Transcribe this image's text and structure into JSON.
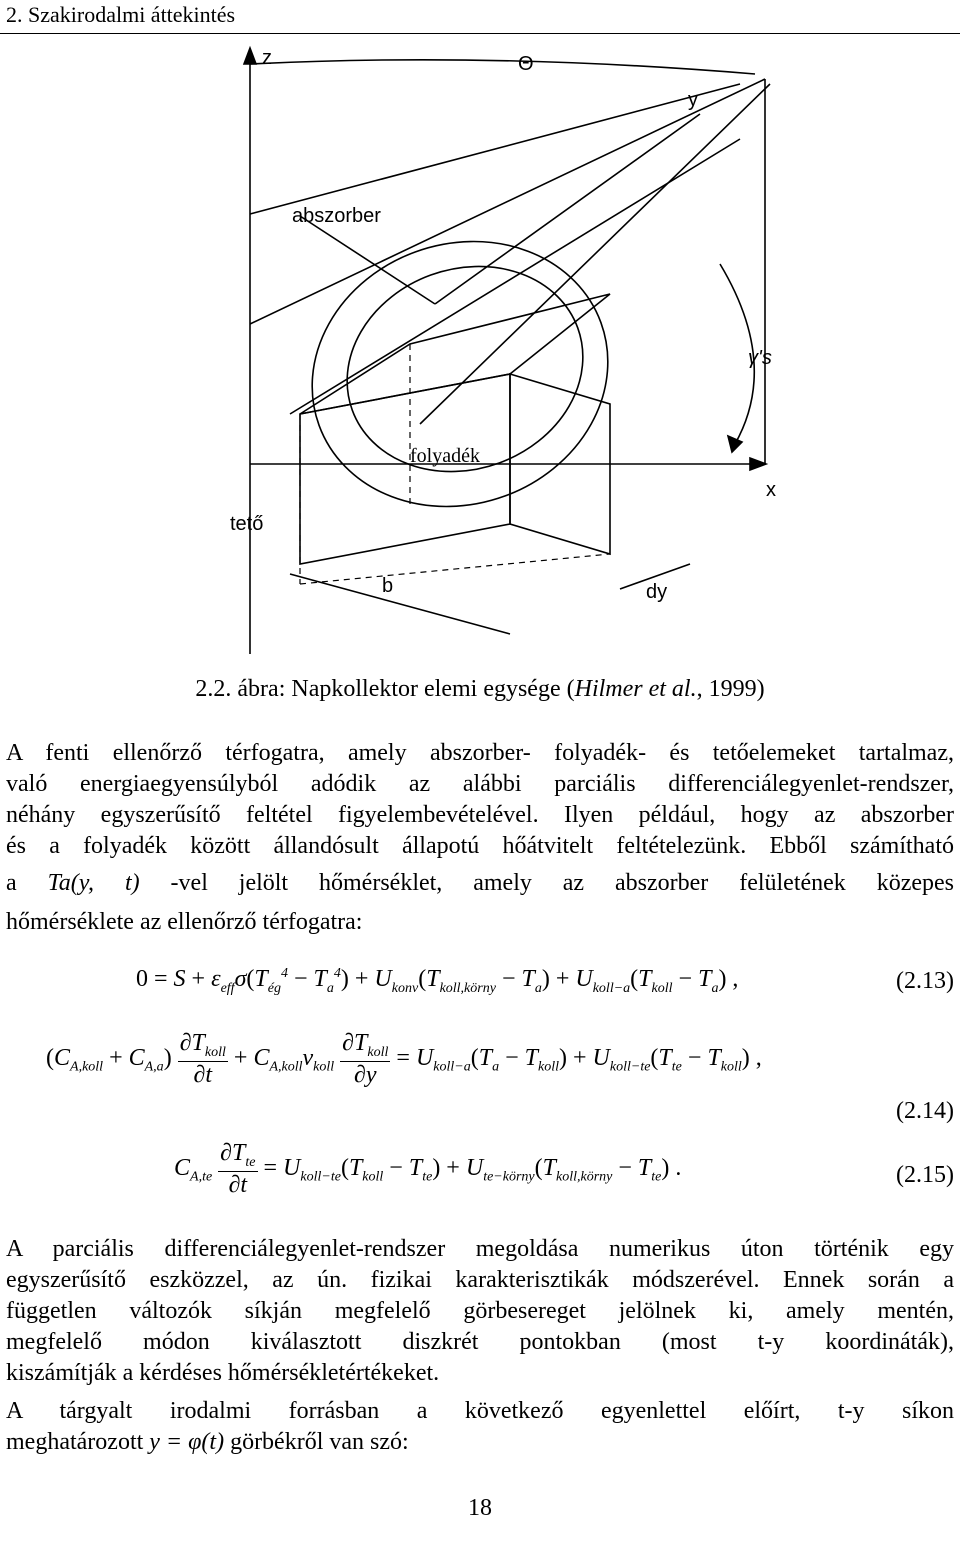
{
  "header": {
    "section": "2. Szakirodalmi áttekintés"
  },
  "figure": {
    "labels": {
      "z": "z",
      "theta": "Θ",
      "y": "y",
      "x": "x",
      "abszorber": "abszorber",
      "folyadek": "folyadék",
      "teto": "tető",
      "b": "b",
      "dy": "dy",
      "gamma": "γ's"
    }
  },
  "caption": {
    "prefix": "2.2. ábra: Napkollektor elemi egysége (",
    "italic": "Hilmer et al.",
    "suffix": ", 1999)"
  },
  "paragraph1": {
    "line1": "A fenti ellenőrző térfogatra, amely abszorber- folyadék- és tetőelemeket tartalmaz,",
    "line2": "való energiaegyensúlyból adódik az alábbi parciális differenciálegyenlet-rendszer,",
    "line3": "néhány egyszerűsítő feltétel figyelembevételével. Ilyen például, hogy az abszorber",
    "line4": "és a folyadék között állandósult állapotú hőátvitelt feltételezünk. Ebből számítható",
    "line5_a": "a",
    "line5_math": "Ta(y, t)",
    "line5_b": "-vel jelölt hőmérséklet, amely az abszorber felületének közepes",
    "line6": "hőmérséklete az ellenőrző térfogatra:"
  },
  "equations": {
    "eq13_num": "(2.13)",
    "eq14_num": "(2.14)",
    "eq15_num": "(2.15)"
  },
  "paragraph2": {
    "line1": "A parciális differenciálegyenlet-rendszer megoldása numerikus úton történik egy",
    "line2": "egyszerűsítő eszközzel, az ún. fizikai karakterisztikák módszerével. Ennek során a",
    "line3": "független változók síkján megfelelő görbesereget jelölnek ki, amely mentén,",
    "line4": "megfelelő módon kiválasztott diszkrét pontokban (most t-y koordináták),",
    "line5": "kiszámítják a kérdéses hőmérsékletértékeket."
  },
  "paragraph3": {
    "line1": "A tárgyalt irodalmi forrásban a következő egyenlettel előírt, t-y síkon",
    "line2_a": "meghatározott",
    "line2_math": "y = φ(t)",
    "line2_b": "görbékről van szó:"
  },
  "page_number": "18"
}
